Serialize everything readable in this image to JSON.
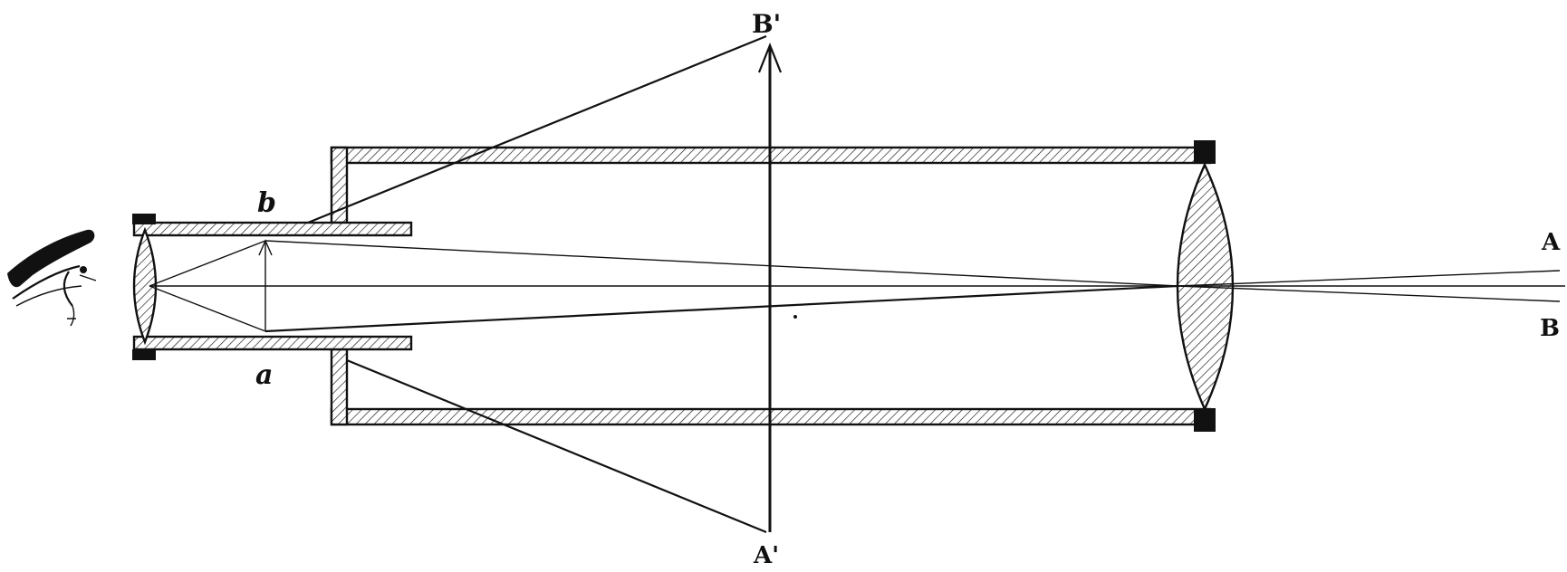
{
  "diagram": {
    "labels": {
      "image_top": "B'",
      "image_bottom": "A'",
      "object_top": "A",
      "object_bottom": "B",
      "small_image_top": "b",
      "small_image_bottom": "a"
    },
    "colors": {
      "ink": "#111111",
      "background": "#ffffff"
    }
  }
}
